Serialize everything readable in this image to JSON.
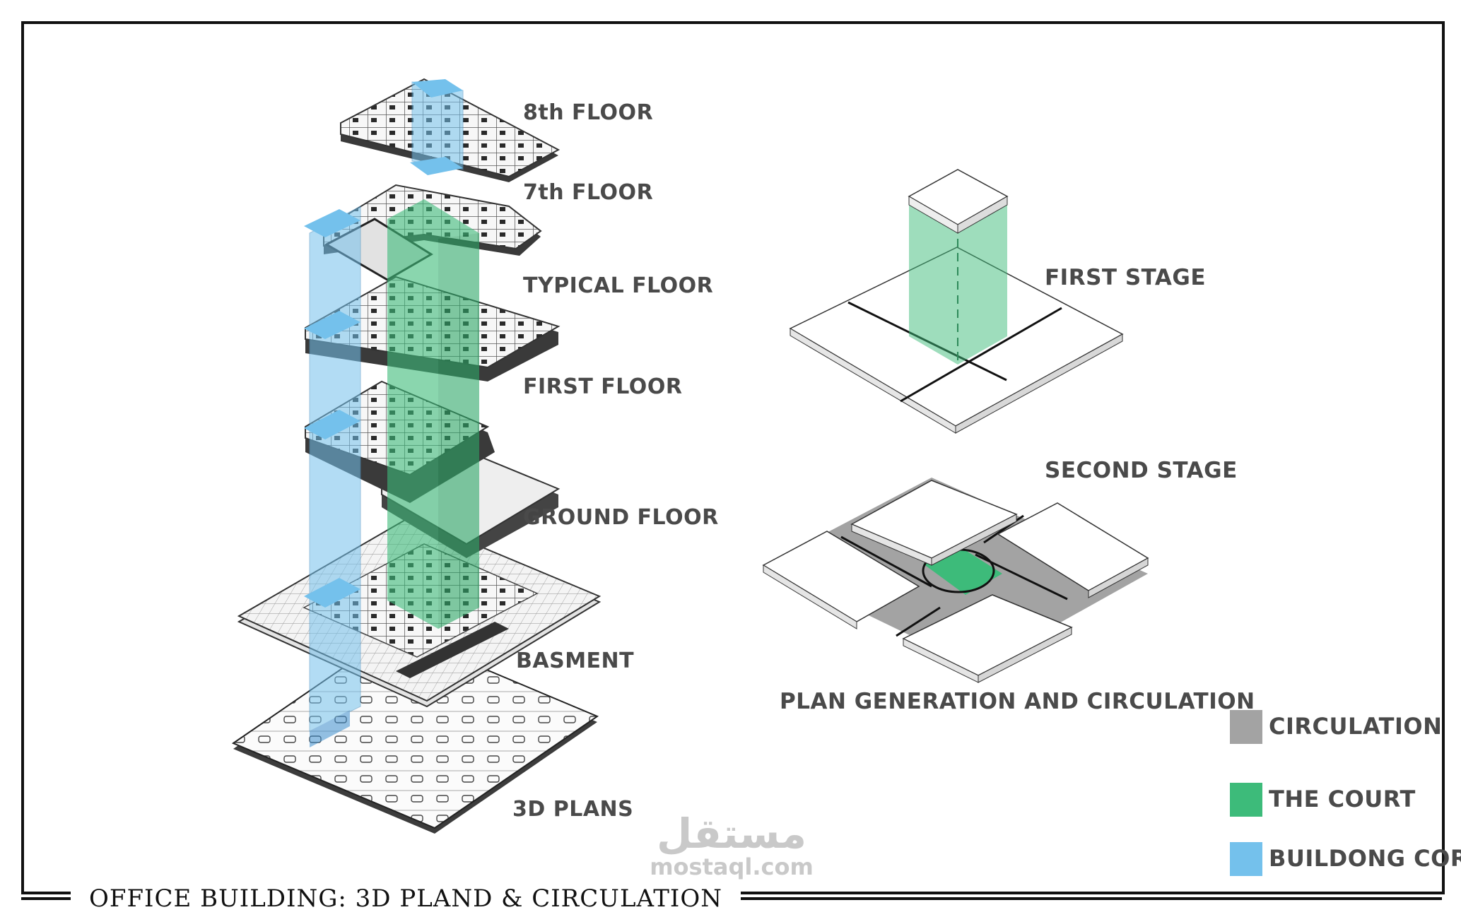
{
  "footer": {
    "title": "OFFICE BUILDING: 3D PLAND & CIRCULATION"
  },
  "floors": {
    "f8": "8th FLOOR",
    "f7": "7th FLOOR",
    "typical": "TYPICAL FLOOR",
    "first": "FIRST FLOOR",
    "ground": "GROUND FLOOR",
    "basement": "BASMENT",
    "plans": "3D PLANS"
  },
  "stages": {
    "first": "FIRST STAGE",
    "second": "SECOND STAGE",
    "caption": "PLAN GENERATION AND CIRCULATION"
  },
  "legend": {
    "items": [
      {
        "label": "CIRCULATION",
        "color": "#a3a3a3"
      },
      {
        "label": "THE COURT",
        "color": "#3dbb7a"
      },
      {
        "label": "BUILDONG CORES",
        "color": "#74c1ec"
      }
    ]
  },
  "watermark": {
    "arabic": "مستقل",
    "latin": "mostaql.com"
  },
  "colors": {
    "court": "#3dbb7a",
    "core": "#74c1ec",
    "circulation": "#a3a3a3",
    "frame": "#111111",
    "label": "#4a4a4a"
  }
}
